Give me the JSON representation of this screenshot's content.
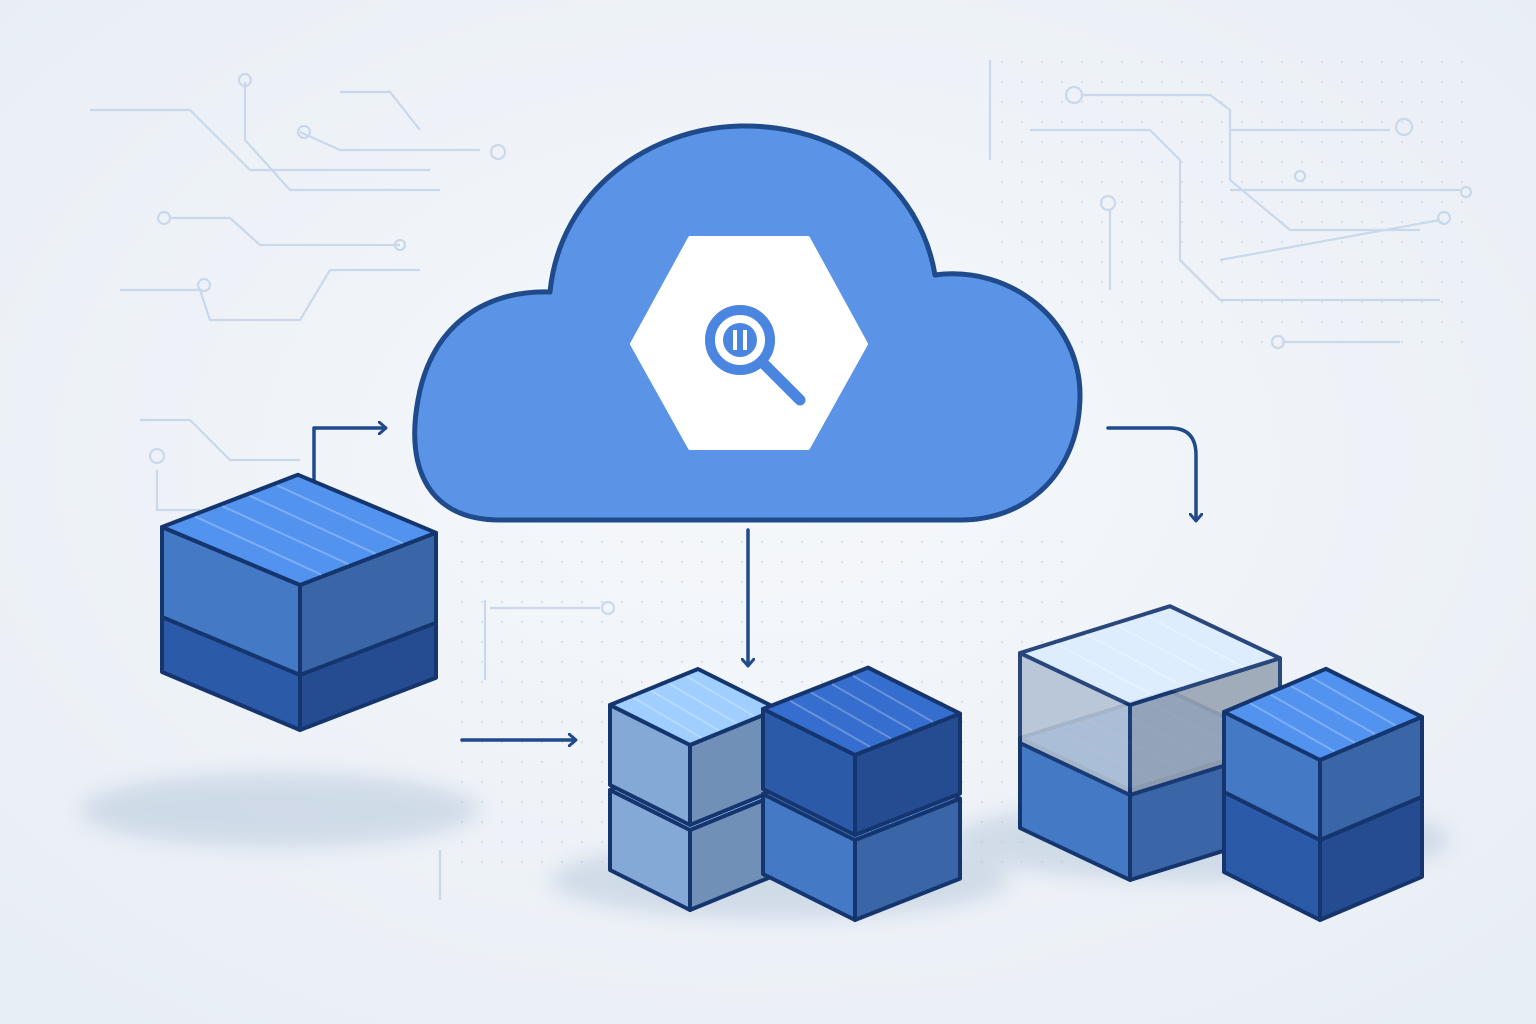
{
  "diagram": {
    "nodes": [
      {
        "id": "cloud",
        "kind": "cloud",
        "icon": "bigquery-hexagon-icon",
        "description_icon": "magnifier-icon"
      },
      {
        "id": "stack-left",
        "kind": "cube-stack",
        "cubes": 2
      },
      {
        "id": "stack-center",
        "kind": "cube-cluster",
        "cubes": 4
      },
      {
        "id": "stack-right",
        "kind": "cube-cluster",
        "cubes": 4
      }
    ],
    "edges": [
      {
        "from": "stack-left",
        "to": "cloud"
      },
      {
        "from": "stack-left",
        "to": "stack-center"
      },
      {
        "from": "cloud",
        "to": "stack-center"
      },
      {
        "from": "cloud",
        "to": "stack-right"
      }
    ]
  },
  "colors": {
    "background": "#eef2f6",
    "circuit": "#c9d8ea",
    "cloud_fill": "#5b93e6",
    "cloud_stroke": "#1f4a8c",
    "arrow": "#1f4a8c",
    "hexagon": "#ffffff",
    "cube_dark": "#2f62b8",
    "cube_mid": "#4a83d6",
    "cube_light": "#8fb8ea",
    "cube_faded": "#c4d4e8",
    "outline": "#15356e"
  }
}
